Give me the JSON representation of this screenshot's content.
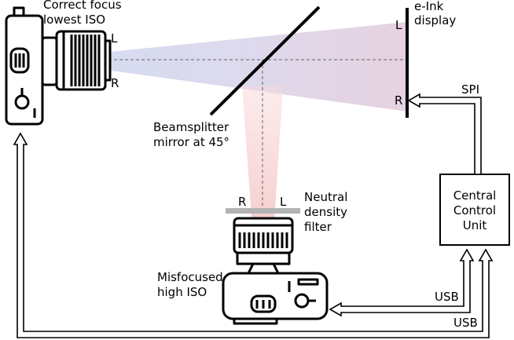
{
  "camera_top": {
    "caption_line1": "Correct focus",
    "caption_line2": "lowest ISO",
    "lens_left_label": "L",
    "lens_right_label": "R"
  },
  "display": {
    "title_line1": "e-Ink",
    "title_line2": "display",
    "left_label": "L",
    "right_label": "R",
    "bus_label": "SPI"
  },
  "mirror": {
    "label_line1": "Beamsplitter",
    "label_line2": "mirror at 45°"
  },
  "filter": {
    "left_label": "R",
    "right_label": "L",
    "label_line1": "Neutral",
    "label_line2": "density",
    "label_line3": "filter"
  },
  "camera_bottom": {
    "caption_line1": "Misfocused",
    "caption_line2": "high ISO"
  },
  "control_unit": {
    "line1": "Central",
    "line2": "Control",
    "line3": "Unit"
  },
  "links": {
    "usb_inner_label": "USB",
    "usb_outer_label": "USB"
  },
  "colors": {
    "beam_blue": "#c9d6ee",
    "beam_pink": "#f6c9c9",
    "filter_gray": "#b3b3b3",
    "stroke": "#000000"
  }
}
